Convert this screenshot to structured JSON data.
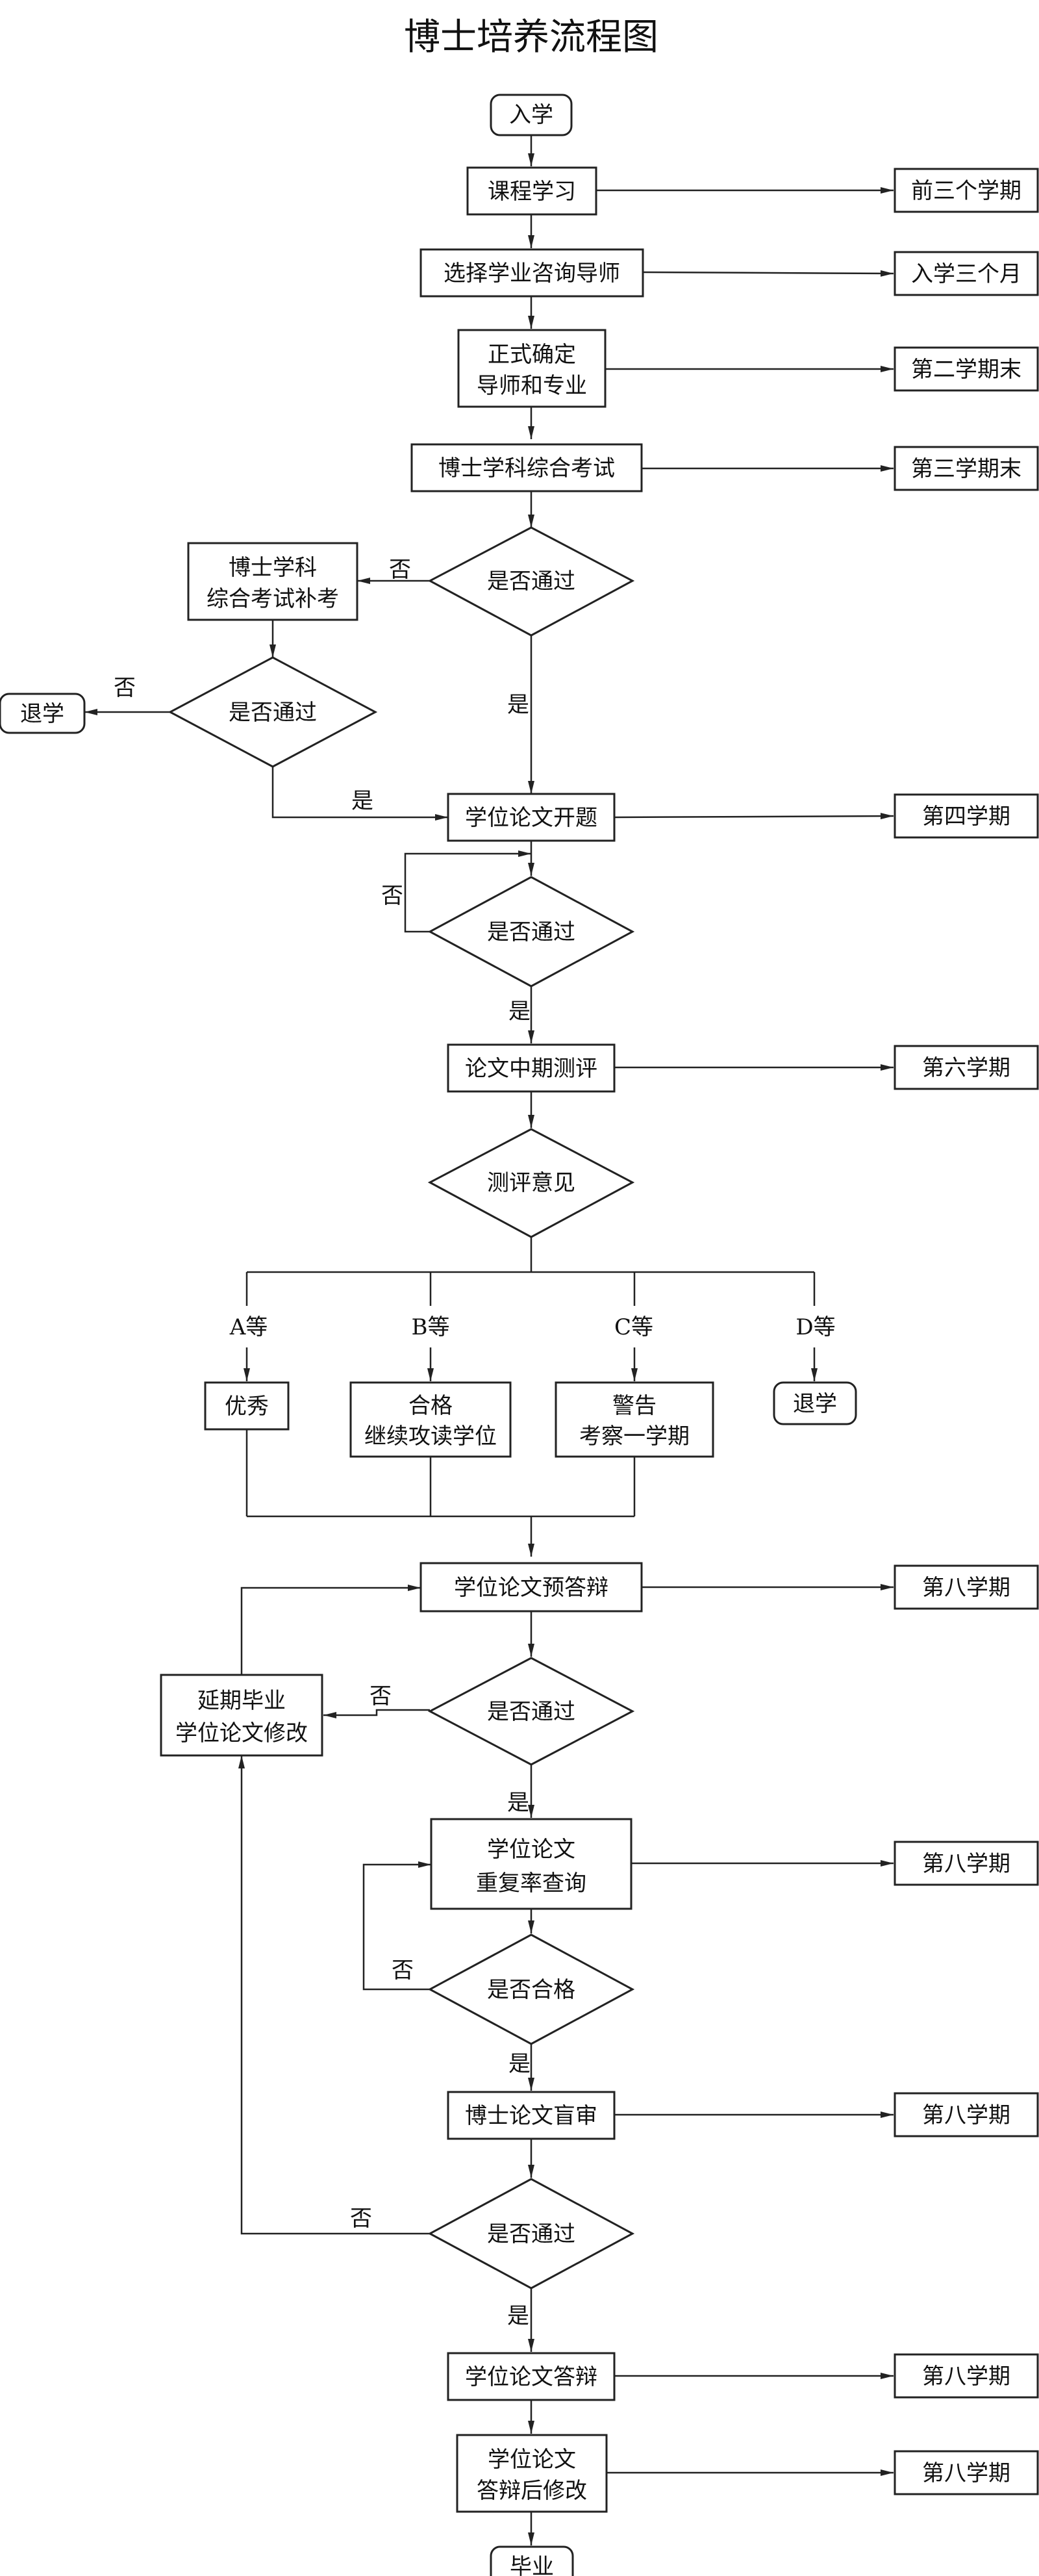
{
  "title": "博士培养流程图",
  "nodes": {
    "start": "入学",
    "course_study": "课程学习",
    "select_advisor": "选择学业咨询导师",
    "confirm_line1": "正式确定",
    "confirm_line2": "导师和专业",
    "qual_exam": "博士学科综合考试",
    "pass_q1": "是否通过",
    "makeup_line1": "博士学科",
    "makeup_line2": "综合考试补考",
    "pass_q2": "是否通过",
    "withdraw_1": "退学",
    "proposal": "学位论文开题",
    "pass_q3": "是否通过",
    "midterm": "论文中期测评",
    "opinion": "测评意见",
    "grade_a_result": "优秀",
    "grade_b_line1": "合格",
    "grade_b_line2": "继续攻读学位",
    "grade_c_line1": "警告",
    "grade_c_line2": "考察一学期",
    "withdraw_2": "退学",
    "predefense": "学位论文预答辩",
    "pass_q4": "是否通过",
    "extend_line1": "延期毕业",
    "extend_line2": "学位论文修改",
    "dup_line1": "学位论文",
    "dup_line2": "重复率查询",
    "qualified_q": "是否合格",
    "blind_review": "博士论文盲审",
    "pass_q5": "是否通过",
    "defense": "学位论文答辩",
    "revise_line1": "学位论文",
    "revise_line2": "答辩后修改",
    "graduate": "毕业"
  },
  "timelines": {
    "course_study": "前三个学期",
    "select_advisor": "入学三个月",
    "confirm": "第二学期末",
    "qual_exam": "第三学期末",
    "proposal": "第四学期",
    "midterm": "第六学期",
    "predefense": "第八学期",
    "dup_check": "第八学期",
    "blind_review": "第八学期",
    "defense": "第八学期",
    "revise": "第八学期"
  },
  "labels": {
    "yes": "是",
    "no": "否",
    "grade_a": "A等",
    "grade_b": "B等",
    "grade_c": "C等",
    "grade_d": "D等"
  }
}
